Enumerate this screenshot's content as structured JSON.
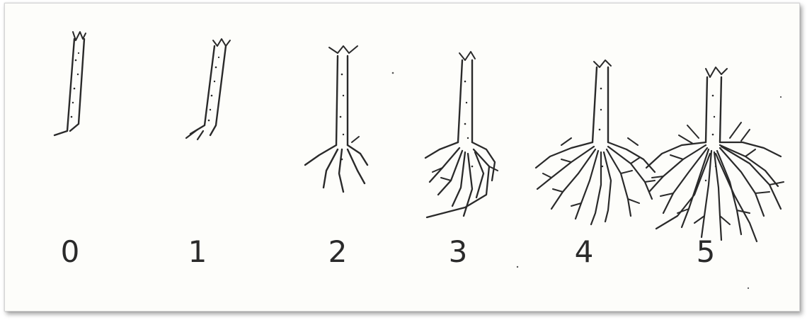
{
  "figure": {
    "description_kind": "root-development rating scale",
    "stages": [
      {
        "score_label": "0",
        "roots": 0
      },
      {
        "score_label": "1",
        "roots": 1
      },
      {
        "score_label": "2",
        "roots": 2
      },
      {
        "score_label": "3",
        "roots": 3
      },
      {
        "score_label": "4",
        "roots": 4
      },
      {
        "score_label": "5",
        "roots": 5
      }
    ]
  },
  "colors": {
    "ink": "#2a2a2a",
    "paper": "#fdfdfa",
    "border": "#d6d6d6"
  }
}
